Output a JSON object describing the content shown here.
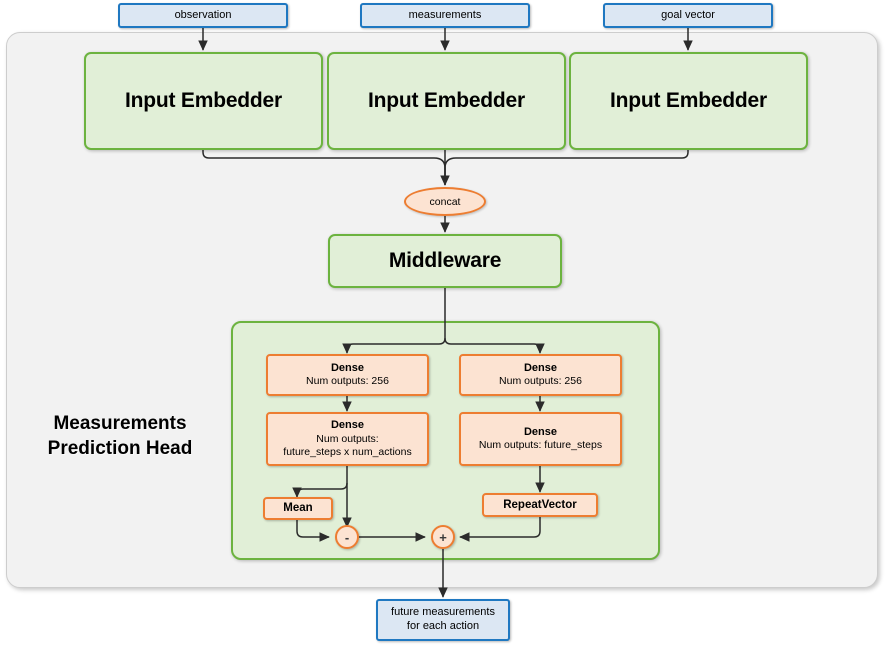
{
  "diagram": {
    "title": "Measurements Prediction Head",
    "inputs": [
      {
        "label": "observation"
      },
      {
        "label": "measurements"
      },
      {
        "label": "goal vector"
      }
    ],
    "embedders": [
      {
        "label": "Input Embedder"
      },
      {
        "label": "Input Embedder"
      },
      {
        "label": "Input Embedder"
      }
    ],
    "concat": {
      "label": "concat"
    },
    "middleware": {
      "label": "Middleware"
    },
    "head": {
      "title_line1": "Measurements",
      "title_line2": "Prediction Head",
      "dense_left_1": {
        "title": "Dense",
        "sub": "Num outputs: 256"
      },
      "dense_right_1": {
        "title": "Dense",
        "sub": "Num outputs: 256"
      },
      "dense_left_2": {
        "title": "Dense",
        "sub_line1": "Num outputs:",
        "sub_line2": "future_steps x num_actions"
      },
      "dense_right_2": {
        "title": "Dense",
        "sub": "Num outputs: future_steps"
      },
      "mean": {
        "label": "Mean"
      },
      "repeat_vector": {
        "label": "RepeatVector"
      },
      "subtract_op": {
        "label": "-"
      },
      "add_op": {
        "label": "+"
      }
    },
    "output": {
      "line1": "future measurements",
      "line2": "for each action"
    },
    "colors": {
      "io_fill": "#dce7f3",
      "io_border": "#1f78c1",
      "green_fill": "#e1efd7",
      "green_border": "#6cb33f",
      "orange_fill": "#fce3d2",
      "orange_border": "#ed7d31",
      "frame_fill": "#f2f2f2",
      "frame_border": "#cdcdcd",
      "arrow": "#2b2b2b",
      "text": "#000000"
    }
  }
}
